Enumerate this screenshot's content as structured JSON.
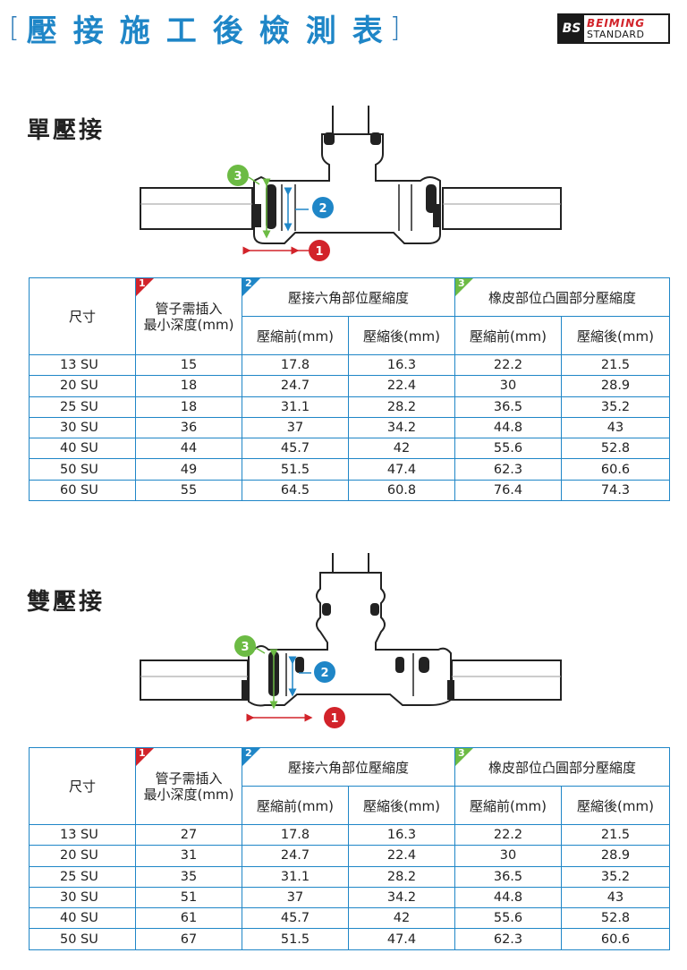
{
  "header": {
    "bracket_left": "[",
    "title": "壓接施工後檢測表",
    "bracket_right": "]",
    "logo_mark": "BS",
    "logo_name": "BEIMING",
    "logo_sub": "STANDARD",
    "colors": {
      "title": "#1f86c7",
      "logo_red": "#d2232a"
    }
  },
  "markers": {
    "one": "1",
    "two": "2",
    "three": "3",
    "colors": {
      "red": "#d2232a",
      "blue": "#1f86c7",
      "green": "#6cbb44"
    }
  },
  "table_headers": {
    "size": "尺寸",
    "insert_line1": "管子需插入",
    "insert_line2": "最小深度(mm)",
    "hex_group": "壓接六角部位壓縮度",
    "ring_group": "橡皮部位凸圓部分壓縮度",
    "before": "壓縮前(mm)",
    "after": "壓縮後(mm)"
  },
  "single": {
    "title": "單壓接",
    "rows": [
      [
        "13 SU",
        "15",
        "17.8",
        "16.3",
        "22.2",
        "21.5"
      ],
      [
        "20 SU",
        "18",
        "24.7",
        "22.4",
        "30",
        "28.9"
      ],
      [
        "25 SU",
        "18",
        "31.1",
        "28.2",
        "36.5",
        "35.2"
      ],
      [
        "30 SU",
        "36",
        "37",
        "34.2",
        "44.8",
        "43"
      ],
      [
        "40 SU",
        "44",
        "45.7",
        "42",
        "55.6",
        "52.8"
      ],
      [
        "50 SU",
        "49",
        "51.5",
        "47.4",
        "62.3",
        "60.6"
      ],
      [
        "60 SU",
        "55",
        "64.5",
        "60.8",
        "76.4",
        "74.3"
      ]
    ]
  },
  "double": {
    "title": "雙壓接",
    "rows": [
      [
        "13 SU",
        "27",
        "17.8",
        "16.3",
        "22.2",
        "21.5"
      ],
      [
        "20 SU",
        "31",
        "24.7",
        "22.4",
        "30",
        "28.9"
      ],
      [
        "25 SU",
        "35",
        "31.1",
        "28.2",
        "36.5",
        "35.2"
      ],
      [
        "30 SU",
        "51",
        "37",
        "34.2",
        "44.8",
        "43"
      ],
      [
        "40 SU",
        "61",
        "45.7",
        "42",
        "55.6",
        "52.8"
      ],
      [
        "50 SU",
        "67",
        "51.5",
        "47.4",
        "62.3",
        "60.6"
      ]
    ]
  }
}
